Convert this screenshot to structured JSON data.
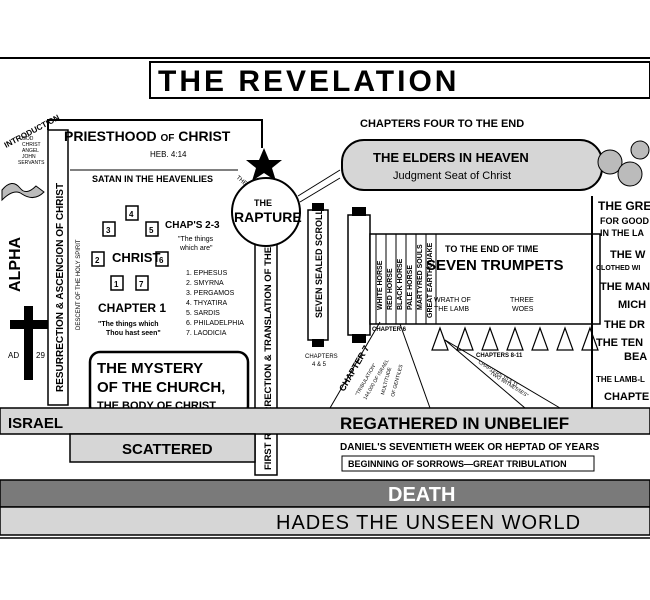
{
  "title": "THE REVELATION",
  "chapters_heading": "CHAPTERS FOUR TO THE END",
  "left": {
    "introduction": "INTRODUCTION",
    "intro_lines": [
      "GOD",
      "CHRIST",
      "ANGEL",
      "JOHN",
      "SERVANTS"
    ],
    "alpha": "ALPHA",
    "ad": "AD",
    "year": "29",
    "resurrection": "RESURRECTION & ASCENCION OF CHRIST",
    "descent": "DESCENT OF THE HOLY SPIRIT"
  },
  "priesthood": {
    "title_a": "PRIESTHOOD",
    "title_b": "OF",
    "title_c": "CHRIST",
    "ref": "HEB. 4:14"
  },
  "satan": "SATAN IN THE HEAVENLIES",
  "church": {
    "christ": "CHRIST",
    "chapter1": "CHAPTER 1",
    "things_seen": "\"The things which",
    "things_seen2": "Thou hast seen\"",
    "chaps": "CHAP'S 2-3",
    "things_are": "\"The things",
    "things_are2": "which are\"",
    "churches": [
      "1. EPHESUS",
      "2. SMYRNA",
      "3. PERGAMOS",
      "4. THYATIRA",
      "5. SARDIS",
      "6. PHILADELPHIA",
      "7. LAODICIA"
    ],
    "lamp_numbers": [
      "1",
      "2",
      "3",
      "4",
      "5",
      "6",
      "7"
    ],
    "mystery1": "THE MYSTERY",
    "mystery2": "OF THE CHURCH,",
    "mystery3": "THE BODY OF CHRIST"
  },
  "rapture": {
    "morning_star": "THE MORNING STAR",
    "the": "THE",
    "rapture": "RAPTURE",
    "vertical": "FIRST RESURRECTION & TRANSLATION OF THE SAINTS"
  },
  "elders": {
    "title": "THE ELDERS IN HEAVEN",
    "subtitle": "Judgment Seat of Christ"
  },
  "scroll": {
    "sealed": "SEVEN SEALED SCROLL",
    "chapters45": "CHAPTERS",
    "chapters45b": "4 & 5",
    "seals": [
      "WHITE HORSE",
      "RED HORSE",
      "BLACK HORSE",
      "PALE HORSE",
      "MARTYRED SOULS",
      "GREAT EARTHQUAKE"
    ],
    "chapter6": "CHAPTER 6",
    "end_of_time": "TO THE END OF TIME",
    "trumpets": "SEVEN TRUMPETS",
    "wrath1": "WRATH OF",
    "wrath2": "THE LAMB",
    "woes1": "THREE",
    "woes2": "WOES",
    "chapters811": "CHAPTERS 8-11",
    "chapter7": "CHAPTER 7",
    "ch7_a": "\"TRIBULATION\"",
    "ch7_b": "144,000 OF ISRAEL",
    "ch7_c": "MULTITUDE",
    "ch7_d": "OF GENTILES",
    "ch1011": "CHAPTERS 10 & 11",
    "two_witnesses": "\"TWO WITNESSES\""
  },
  "right": {
    "great": "THE GREAT",
    "for_good": "FOR GOOD",
    "in_the_la": "IN THE LA",
    "the_w": "THE W",
    "clothed": "CLOTHED WI",
    "the_man": "THE MAN",
    "mich": "MICH",
    "the_dr": "THE DR",
    "ten": "THE TEN",
    "bea": "BEA",
    "lamb": "THE LAMB-L",
    "chapte": "CHAPTE"
  },
  "bands": {
    "israel": "ISRAEL",
    "regathered": "REGATHERED IN UNBELIEF",
    "scattered": "SCATTERED",
    "daniel": "DANIEL'S SEVENTIETH WEEK OR HEPTAD OF YEARS",
    "sorrows": "BEGINNING OF SORROWS—GREAT TRIBULATION",
    "death": "DEATH",
    "hades": "HADES THE UNSEEN WORLD"
  },
  "colors": {
    "ink": "#000000",
    "band_gray": "#d6d6d6",
    "band_dark": "#7a7a7a",
    "paper": "#ffffff"
  }
}
